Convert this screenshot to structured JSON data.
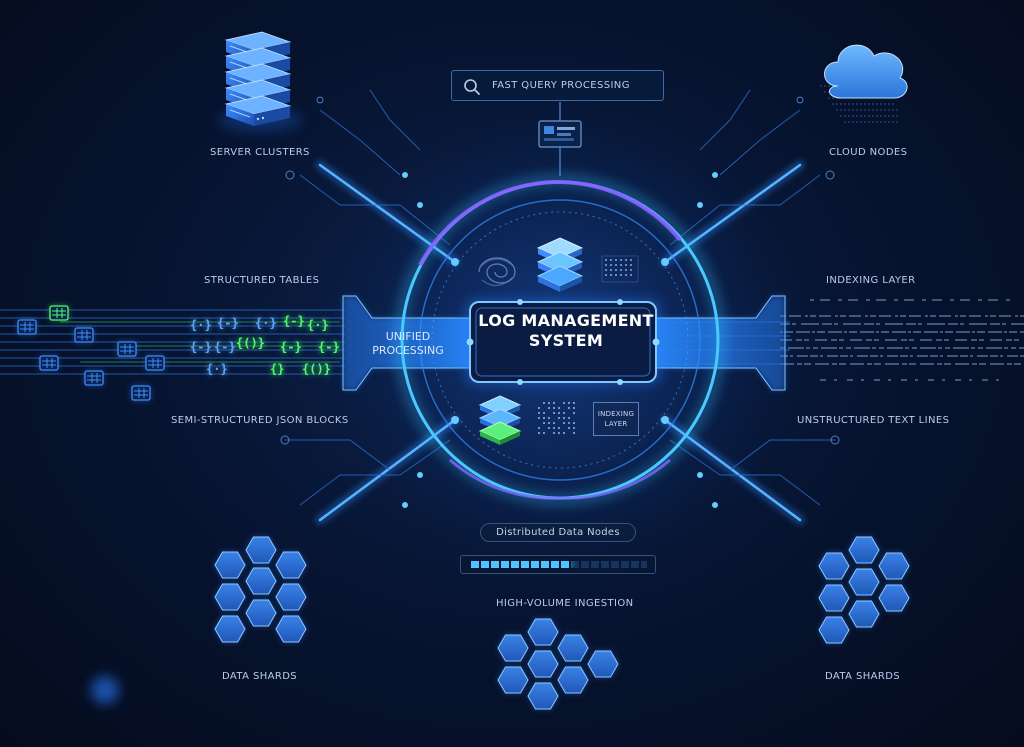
{
  "title": "LOG MANAGEMENT SYSTEM",
  "unified_processing": "UNIFIED PROCESSING",
  "query_bar": {
    "label": "FAST QUERY PROCESSING",
    "icon": "search-icon"
  },
  "labels": {
    "server_clusters": "SERVER CLUSTERS",
    "cloud_nodes": "CLOUD NODES",
    "structured_tables": "STRUCTURED TABLES",
    "indexing_layer": "INDEXING LAYER",
    "semi_structured": "SEMI-STRUCTURED JSON BLOCKS",
    "unstructured": "UNSTRUCTURED TEXT LINES",
    "distributed": "Distributed Data Nodes",
    "high_volume": "HIGH-VOLUME INGESTION",
    "data_shards_left": "DATA SHARDS",
    "data_shards_right": "DATA SHARDS"
  },
  "inner_indexing": "INDEXING LAYER",
  "ingestion_progress": 0.57,
  "json_fragments": [
    "{·}",
    "{-}",
    "{-}",
    "{()}",
    "{-}",
    "{·}",
    "{-}",
    "{·}",
    "{}",
    "{()}",
    "{-}",
    "{·}",
    "{-}"
  ],
  "colors": {
    "accent": "#38c8ff",
    "glow": "#2f8cff",
    "ring_purple": "#8a5cff",
    "json_green": "#4cff6a",
    "hex_fill": "#2d6fd6",
    "label_text": "#b9cdec"
  },
  "icons": [
    "server-rack-icon",
    "cloud-icon",
    "layer-stack-icon",
    "search-icon",
    "monitor-icon",
    "table-icon",
    "hexagon-icon"
  ]
}
